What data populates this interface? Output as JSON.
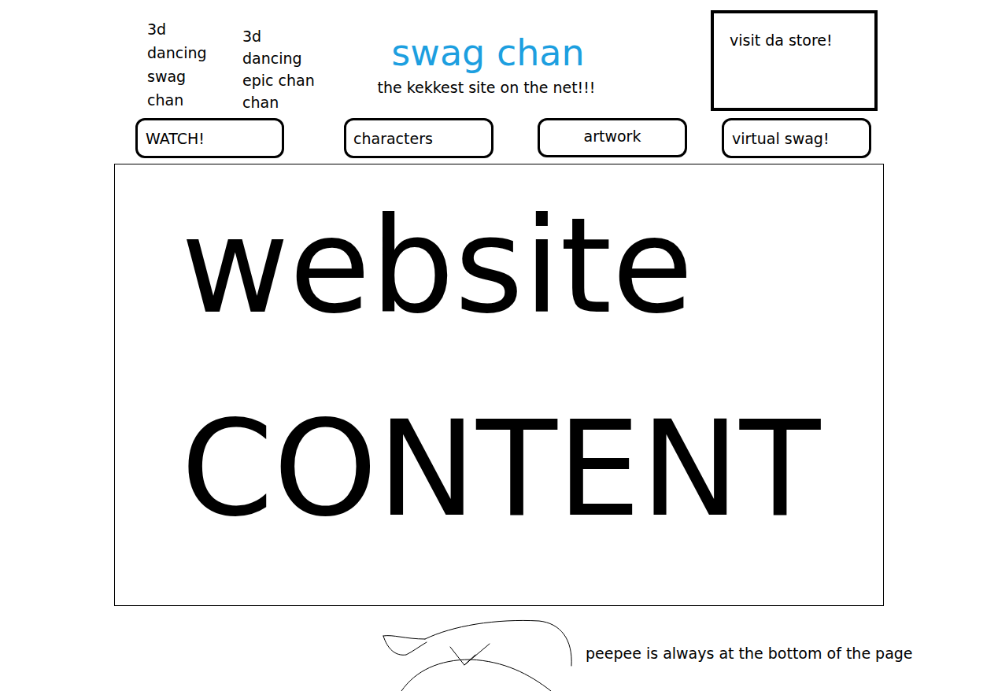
{
  "diagram": {
    "title": "swag chan",
    "nodes": [
      {
        "text": [
          "visit da store!"
        ]
      },
      {
        "text": [
          "WATCH!"
        ]
      },
      {
        "text": [
          "characters"
        ]
      },
      {
        "text": [
          "artwork"
        ]
      },
      {
        "text": [
          "virtual swag!"
        ]
      },
      {
        "text": [
          "website CONTENT"
        ]
      }
    ],
    "labels": [
      "3d dancing swag chan",
      "3d dancing epic chan chan",
      "the kekkest site on the net!!!",
      "peepee is always at the bottom of the page"
    ]
  }
}
